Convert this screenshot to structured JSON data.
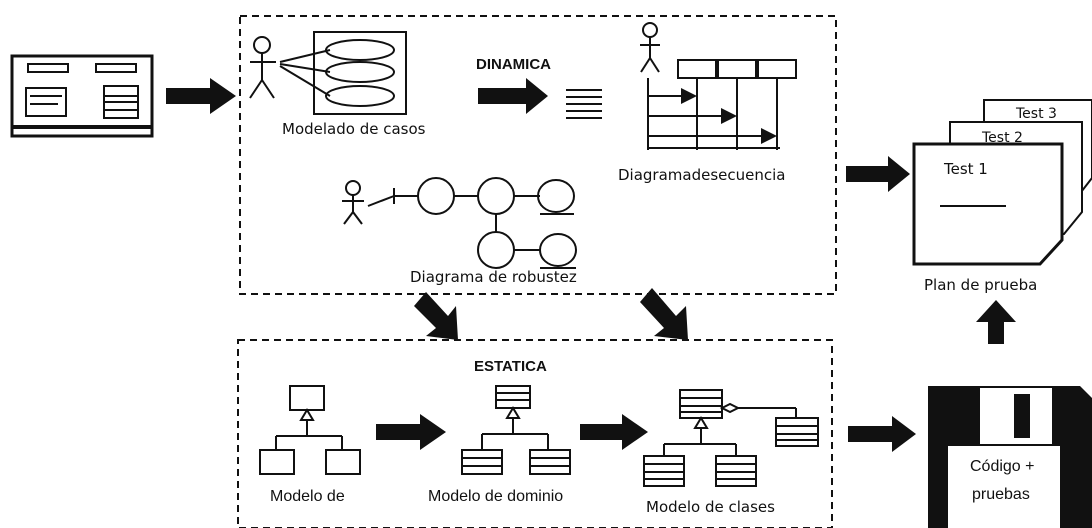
{
  "dynamic_section": {
    "title": "DINAMICA",
    "use_case_label": "Modelado de casos",
    "sequence_label": "Diagramadesecuencia",
    "robustness_label": "Diagrama de robustez"
  },
  "static_section": {
    "title": "ESTATICA",
    "model_label": "Modelo de",
    "domain_label": "Modelo de dominio",
    "class_label": "Modelo de clases"
  },
  "test_plan": {
    "label": "Plan de prueba",
    "pages": [
      "Test 1",
      "Test 2",
      "Test 3"
    ]
  },
  "code": {
    "line1": "Código +",
    "line2": "pruebas"
  }
}
